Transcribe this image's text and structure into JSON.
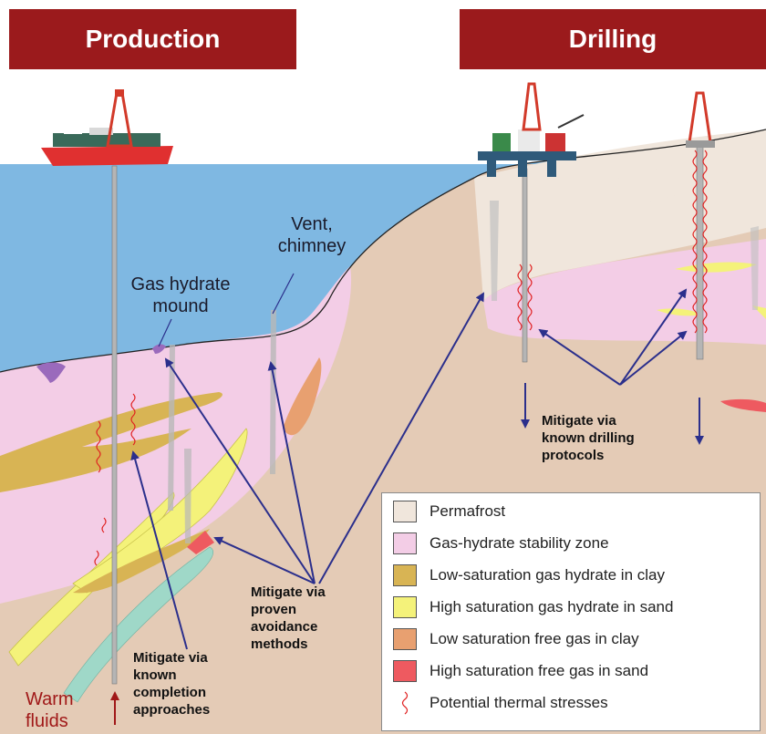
{
  "headers": {
    "production": "Production",
    "drilling": "Drilling"
  },
  "labels": {
    "gas_hydrate_mound_1": "Gas hydrate",
    "gas_hydrate_mound_2": "mound",
    "vent_1": "Vent,",
    "vent_2": "chimney",
    "warm_fluids_1": "Warm",
    "warm_fluids_2": "fluids"
  },
  "callouts": {
    "drilling": [
      "Mitigate via",
      "known drilling",
      "protocols"
    ],
    "avoidance": [
      "Mitigate via",
      "proven",
      "avoidance",
      "methods"
    ],
    "completion": [
      "Mitigate via",
      "known",
      "completion",
      "approaches"
    ]
  },
  "legend": [
    {
      "label": "Permafrost",
      "color": "#f0e6dc"
    },
    {
      "label": "Gas-hydrate stability zone",
      "color": "#f3cde6"
    },
    {
      "label": "Low-saturation gas hydrate in clay",
      "color": "#d8b454"
    },
    {
      "label": "High saturation gas hydrate in sand",
      "color": "#f4f27a"
    },
    {
      "label": "Low saturation free gas in clay",
      "color": "#e8a070"
    },
    {
      "label": "High saturation free gas in sand",
      "color": "#ee5a60"
    },
    {
      "label": "Potential thermal stresses",
      "icon": "thermal-stress-wave-icon",
      "color": "#e02020"
    }
  ],
  "colors": {
    "header": "#9b1a1c",
    "sea": "#7fb8e2",
    "sediment": "#e4cbb6",
    "hydrate_zone": "#f3cde6",
    "arrow": "#2b2f8c",
    "warm_fluids": "#a01818"
  }
}
